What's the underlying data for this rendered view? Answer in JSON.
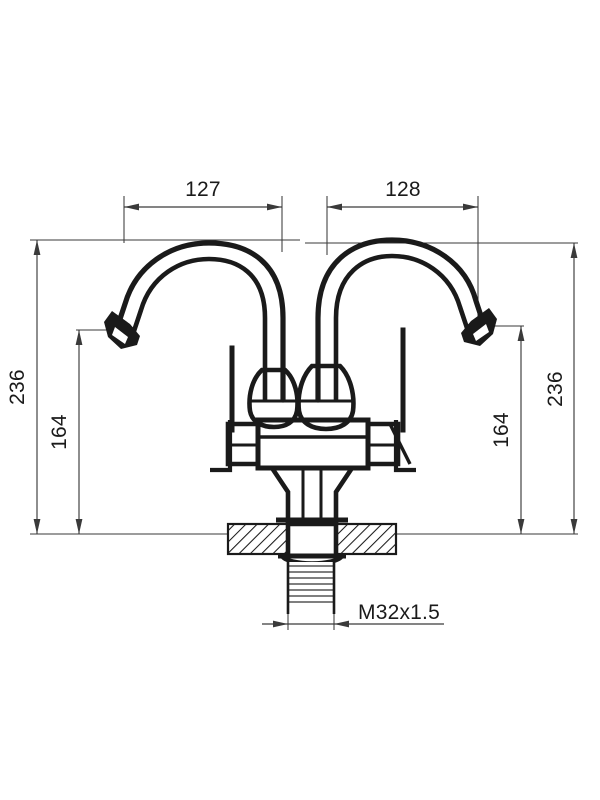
{
  "drawing": {
    "title": "Двухвентильный смеситель — габаритный чертёж",
    "subject": "twin-lever basin mixer tap",
    "view": "front elevation",
    "background_color": "#ffffff",
    "line_color": "#1a1a1a",
    "dimension_color": "#3a3a3a",
    "units": "mm"
  },
  "dimensions": {
    "spout_reach_left": "127",
    "spout_reach_right": "128",
    "total_height_left": "236",
    "total_height_right": "236",
    "spout_height_left": "164",
    "spout_height_right": "164",
    "thread_spec": "M32x1.5"
  },
  "labels": [
    {
      "id": "reach-left",
      "text": "127",
      "orientation": "horizontal",
      "position": "top-left"
    },
    {
      "id": "reach-right",
      "text": "128",
      "orientation": "horizontal",
      "position": "top-right"
    },
    {
      "id": "height-left",
      "text": "236",
      "orientation": "vertical",
      "position": "far-left"
    },
    {
      "id": "spout-height-left",
      "text": "164",
      "orientation": "vertical",
      "position": "inner-left"
    },
    {
      "id": "spout-height-right",
      "text": "164",
      "orientation": "vertical",
      "position": "inner-right"
    },
    {
      "id": "height-right",
      "text": "236",
      "orientation": "vertical",
      "position": "far-right"
    },
    {
      "id": "thread",
      "text": "M32x1.5",
      "orientation": "horizontal",
      "position": "bottom"
    }
  ]
}
